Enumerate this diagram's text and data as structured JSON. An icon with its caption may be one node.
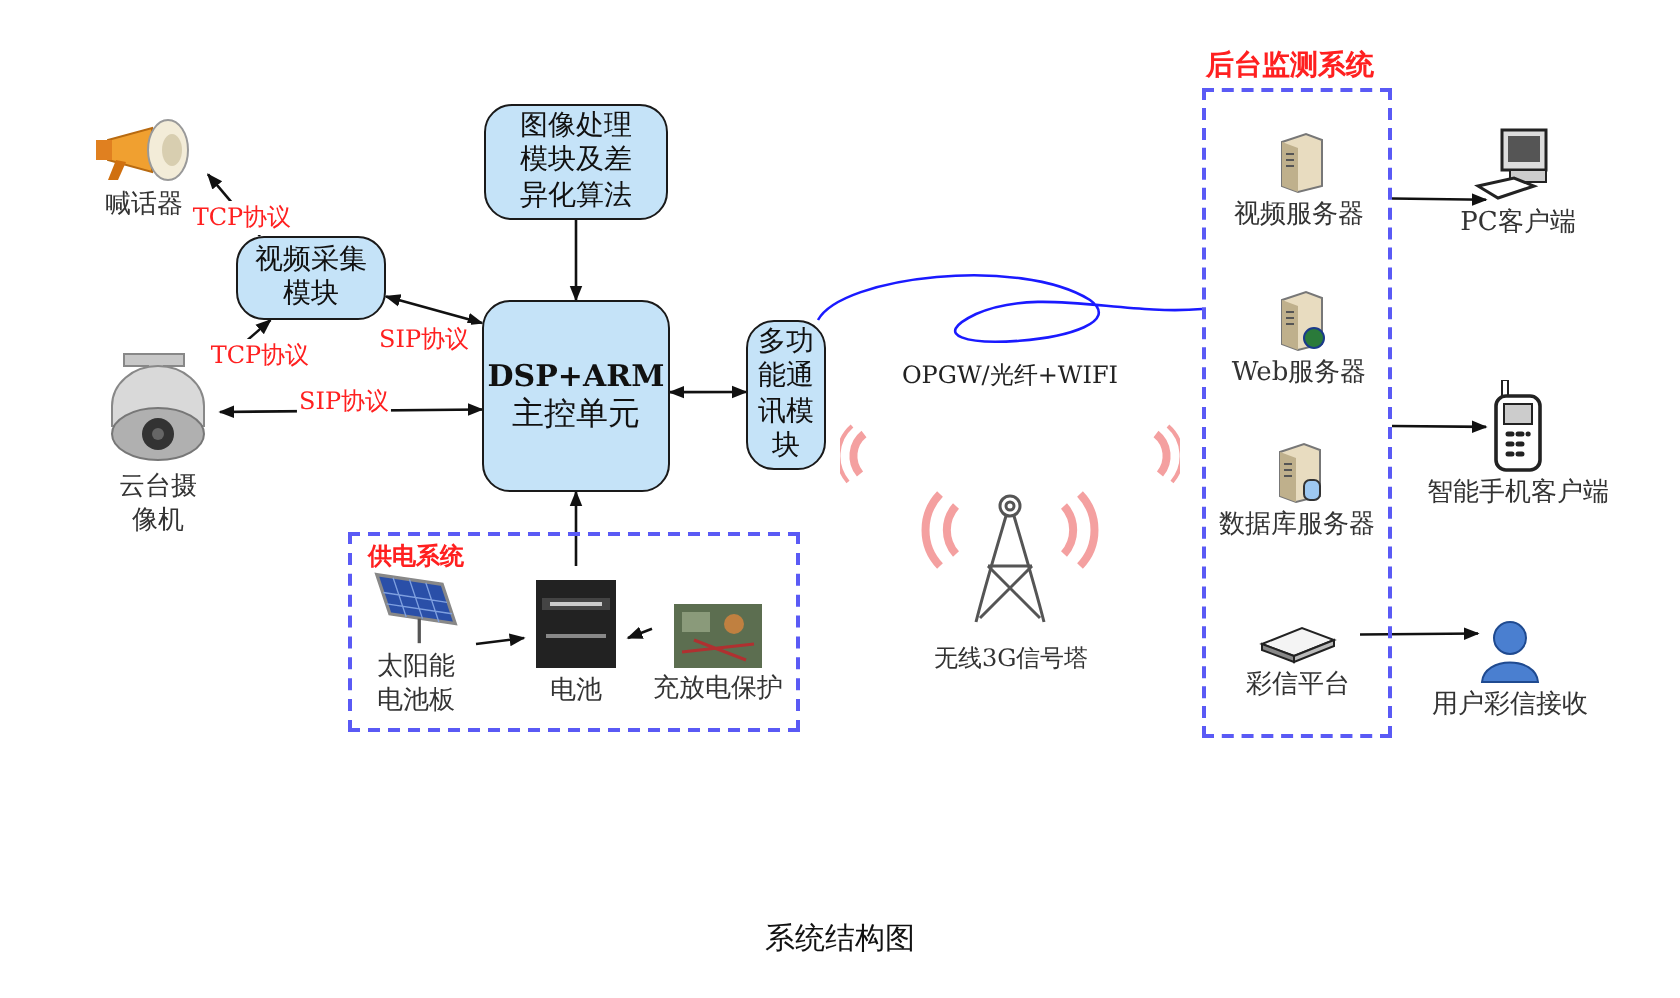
{
  "diagram": {
    "caption": "系统结构图",
    "nodes": [
      {
        "text": [
          "喊话器"
        ]
      },
      {
        "text": [
          "视频采集模块"
        ]
      },
      {
        "text": [
          "图像处理模块及差异化算法"
        ]
      },
      {
        "text": [
          "云台摄像机"
        ]
      },
      {
        "text": [
          "DSP+ARM",
          "主控单元"
        ]
      },
      {
        "text": [
          "多功能通讯模块"
        ]
      },
      {
        "text": [
          "供电系统"
        ]
      },
      {
        "text": [
          "太阳能电池板"
        ],
        "in": 6
      },
      {
        "text": [
          "电池"
        ],
        "in": 6
      },
      {
        "text": [
          "充放电保护"
        ],
        "in": 6
      },
      {
        "text": [
          "后台监测系统"
        ]
      },
      {
        "text": [
          "视频服务器"
        ],
        "in": 10
      },
      {
        "text": [
          "Web服务器"
        ],
        "in": 10
      },
      {
        "text": [
          "数据库服务器"
        ],
        "in": 10
      },
      {
        "text": [
          "彩信平台"
        ],
        "in": 10
      },
      {
        "text": [
          "PC客户端"
        ]
      },
      {
        "text": [
          "智能手机客户端"
        ]
      },
      {
        "text": [
          "用户彩信接收"
        ]
      }
    ],
    "edges": [
      {
        "from": 1,
        "to": 0,
        "arrow": "to",
        "label": "TCP协议"
      },
      {
        "from": 3,
        "to": 1,
        "arrow": "both",
        "label": "TCP协议"
      },
      {
        "from": 1,
        "to": 4,
        "arrow": "both",
        "label": "SIP协议"
      },
      {
        "from": 3,
        "to": 4,
        "arrow": "both",
        "label": "SIP协议"
      },
      {
        "from": 2,
        "to": 4,
        "arrow": "to"
      },
      {
        "from": 4,
        "to": 5,
        "arrow": "both"
      },
      {
        "from": 5,
        "to": 10,
        "arrow": "none",
        "label": "OPGW/光纤+WIFI",
        "color": "#1a1aff"
      },
      {
        "from": 8,
        "to": 4,
        "arrow": "to"
      },
      {
        "from": 7,
        "to": 8,
        "arrow": "to"
      },
      {
        "from": 9,
        "to": 8,
        "arrow": "to"
      },
      {
        "from": 10,
        "to": 15,
        "arrow": "to"
      },
      {
        "from": 10,
        "to": 16,
        "arrow": "to"
      },
      {
        "from": 14,
        "to": 17,
        "arrow": "to"
      }
    ],
    "labels": [
      "无线3G信号塔"
    ]
  }
}
